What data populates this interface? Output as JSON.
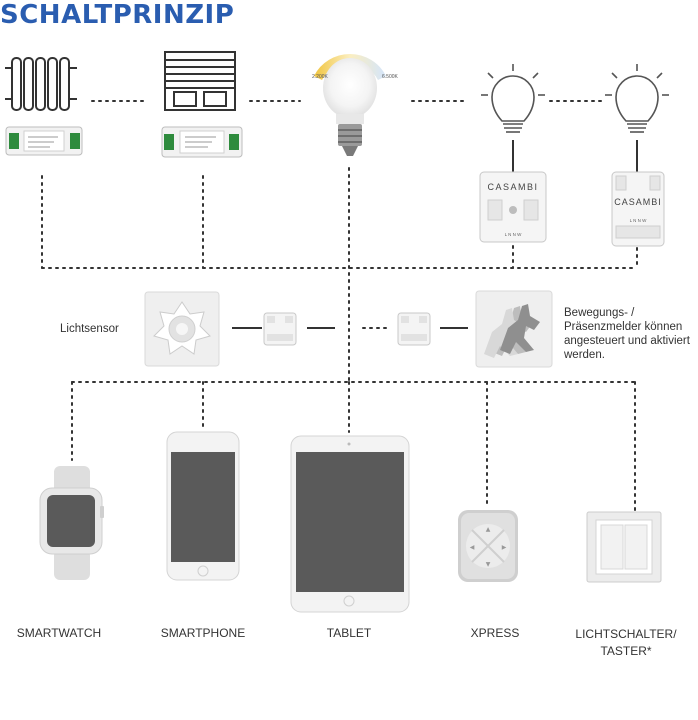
{
  "title": "SCHALTPRINZIP",
  "bulb_scale": {
    "warm": "2.200K",
    "cool": "6.500K"
  },
  "casambi_label_1": "CASAMBI",
  "casambi_label_2": "CASAMBI",
  "module_terminals_1": "L N   N W",
  "module_terminals_2": "L N   N W",
  "light_sensor_label": "Lichtsensor",
  "motion_sensor_label": "Bewegungs- / Präsenzmelder können angesteuert und aktiviert werden.",
  "devices": {
    "smartwatch": "SMARTWATCH",
    "smartphone": "SMARTPHONE",
    "tablet": "TABLET",
    "xpress": "XPRESS",
    "switch": "LICHTSCHALTER/\nTASTER*"
  },
  "colors": {
    "title": "#2a5db0",
    "line": "#333333",
    "device_grey": "#e6e6e6",
    "screen": "#5a5a5a"
  }
}
